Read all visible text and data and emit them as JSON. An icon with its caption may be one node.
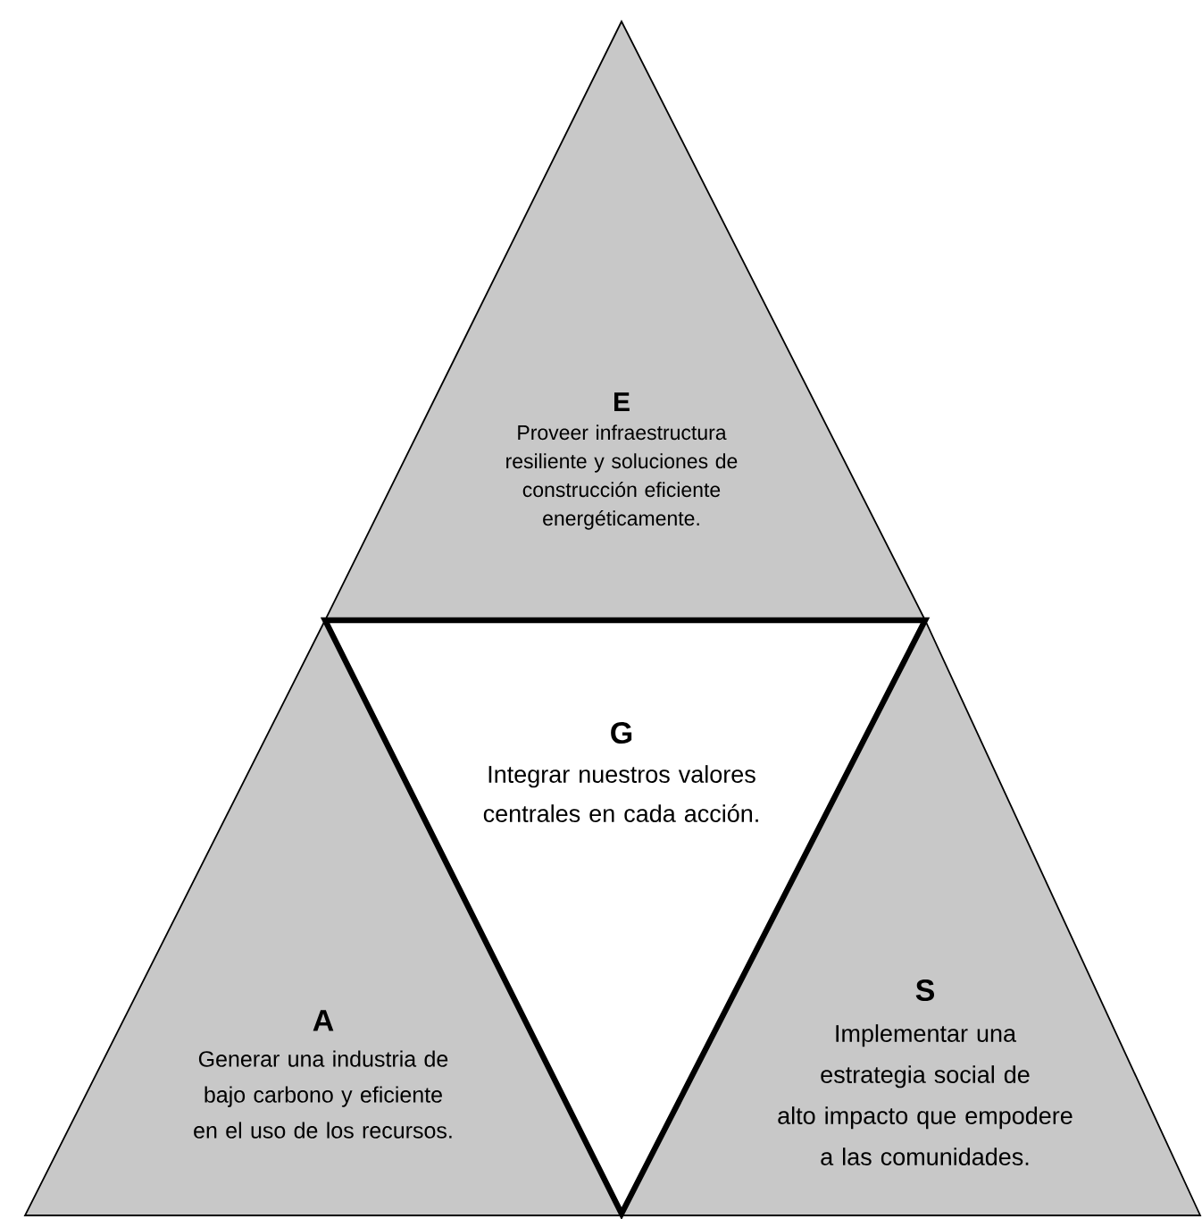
{
  "diagram": {
    "nodes": [
      {
        "text": [
          "E",
          "Proveer infraestructura resiliente y soluciones de construcción eficiente energéticamente."
        ]
      },
      {
        "text": [
          "G",
          "Integrar nuestros valores centrales en cada acción."
        ]
      },
      {
        "text": [
          "A",
          "Generar una industria de bajo carbono y eficiente en el uso de los recursos."
        ]
      },
      {
        "text": [
          "S",
          "Implementar una estrategia social de alto impacto que empodere a las comunidades."
        ]
      }
    ]
  }
}
